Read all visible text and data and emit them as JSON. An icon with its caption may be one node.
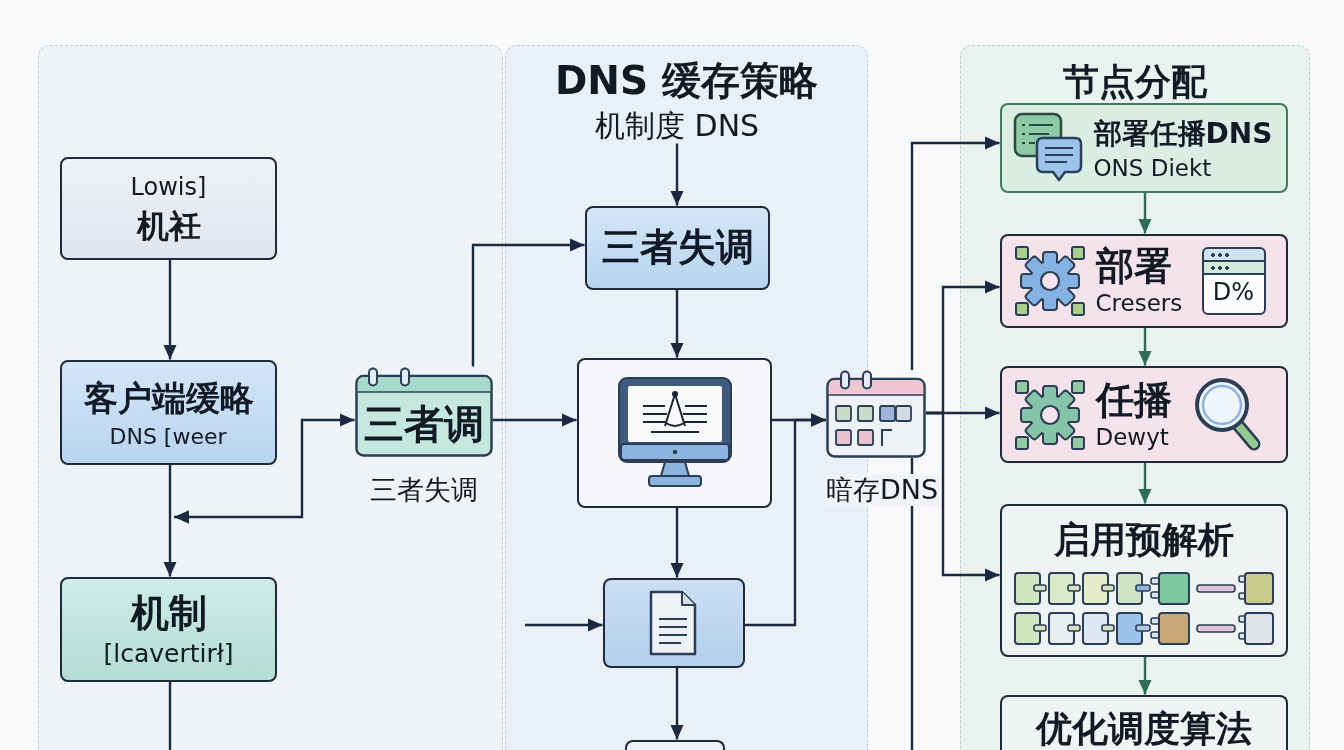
{
  "diagram": {
    "nodes": [
      {
        "text": [],
        "shape": "box"
      },
      {
        "text": [
          "Lowis]",
          "机衽"
        ],
        "in": 0
      },
      {
        "text": [
          "客户端缓略",
          "DNS [weer"
        ],
        "in": 0
      },
      {
        "text": [
          "机制",
          "[lcavertirł]"
        ],
        "in": 0
      },
      {
        "text": [
          "三者调"
        ],
        "in": 0,
        "beside": [
          "三者失调"
        ]
      },
      {
        "text": [
          "DNS 缓存策略"
        ]
      },
      {
        "text": [
          "机制度 DNS"
        ],
        "in": 5
      },
      {
        "text": [
          "三者失调"
        ],
        "in": 5
      },
      {
        "text": [],
        "shape": "box",
        "in": 5
      },
      {
        "text": [],
        "shape": "box",
        "in": 5
      },
      {
        "text": [],
        "shape": "box",
        "in": 5
      },
      {
        "text": [],
        "shape": "calendar",
        "beside": [
          "暗存DNS"
        ]
      },
      {
        "text": [
          "节点分配"
        ]
      },
      {
        "text": [
          "部署任播DNS",
          "ONS Diekt"
        ],
        "in": 12
      },
      {
        "text": [
          "部署",
          "Cresers",
          "D%"
        ],
        "in": 12
      },
      {
        "text": [
          "任播",
          "Dewyt"
        ],
        "in": 12
      },
      {
        "text": [
          "启用预解析"
        ],
        "in": 12
      },
      {
        "text": [
          "优化调度算法"
        ],
        "in": 12
      }
    ],
    "edges": [
      {
        "from": 1,
        "to": 2,
        "arrow": "to"
      },
      {
        "from": 2,
        "to": 3,
        "arrow": "to"
      },
      {
        "from": null,
        "to": 4,
        "arrow": "both"
      },
      {
        "from": 3,
        "to": null,
        "arrow": "none"
      },
      {
        "from": 4,
        "to": 7,
        "arrow": "to"
      },
      {
        "from": 4,
        "to": 8,
        "arrow": "to"
      },
      {
        "from": 6,
        "to": 7,
        "arrow": "to"
      },
      {
        "from": 7,
        "to": 8,
        "arrow": "to"
      },
      {
        "from": 8,
        "to": 9,
        "arrow": "to"
      },
      {
        "from": 9,
        "to": 10,
        "arrow": "to"
      },
      {
        "from": null,
        "to": 9,
        "arrow": "to"
      },
      {
        "from": 8,
        "to": 11,
        "arrow": "to"
      },
      {
        "from": 9,
        "to": 11,
        "arrow": "to"
      },
      {
        "from": 11,
        "to": 13,
        "arrow": "to"
      },
      {
        "from": 11,
        "to": null,
        "arrow": "none"
      },
      {
        "from": 11,
        "to": 14,
        "arrow": "to"
      },
      {
        "from": 11,
        "to": 15,
        "arrow": "to"
      },
      {
        "from": 11,
        "to": 16,
        "arrow": "to"
      },
      {
        "from": 13,
        "to": 14,
        "arrow": "to",
        "color": "#2f6b57"
      },
      {
        "from": 14,
        "to": 15,
        "arrow": "to",
        "color": "#2f6b57"
      },
      {
        "from": 15,
        "to": 16,
        "arrow": "to",
        "color": "#2f6b57"
      },
      {
        "from": 16,
        "to": 17,
        "arrow": "to",
        "color": "#2f6b57"
      }
    ]
  }
}
